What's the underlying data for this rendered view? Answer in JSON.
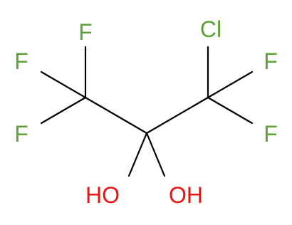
{
  "colors": {
    "bond": "#000000",
    "fluorine": "#5ca435",
    "chlorine": "#5ca435",
    "oxygen": "#ee1111",
    "background": "#ffffff"
  },
  "atoms": {
    "f_top_left": "F",
    "f_mid_left": "F",
    "f_bottom_left": "F",
    "cl": "Cl",
    "f_right_top": "F",
    "f_right_bottom": "F",
    "oh_left": "HO",
    "oh_right": "OH"
  }
}
